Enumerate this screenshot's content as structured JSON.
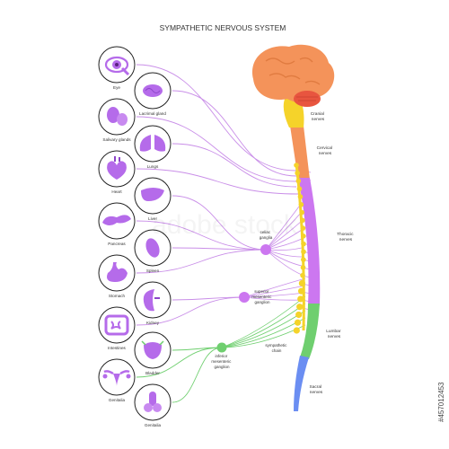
{
  "title": "SYMPATHETIC NERVOUS SYSTEM",
  "organs": [
    {
      "key": "eye",
      "label": "Eye"
    },
    {
      "key": "lacrimal",
      "label": "Lacrimal gland"
    },
    {
      "key": "salivary",
      "label": "Salivary glands"
    },
    {
      "key": "lungs",
      "label": "Lungs"
    },
    {
      "key": "heart",
      "label": "Heart"
    },
    {
      "key": "liver",
      "label": "Liver"
    },
    {
      "key": "pancreas",
      "label": "Pancreas"
    },
    {
      "key": "spleen",
      "label": "Spleen"
    },
    {
      "key": "stomach",
      "label": "Stomach"
    },
    {
      "key": "kidney",
      "label": "Kidney"
    },
    {
      "key": "intestines",
      "label": "Intestines"
    },
    {
      "key": "bladder",
      "label": "Bladder"
    },
    {
      "key": "genitalia_f",
      "label": "Genitalia"
    },
    {
      "key": "genitalia_m",
      "label": "Genitalia"
    }
  ],
  "ganglia": {
    "celiac": [
      "celiac",
      "ganglia"
    ],
    "superior": [
      "superior",
      "mesenteric",
      "ganglion"
    ],
    "inferior": [
      "inferior",
      "mesenteric",
      "ganglion"
    ],
    "chain": [
      "sympathetic",
      "chain"
    ]
  },
  "nerves": {
    "cranial": [
      "Cranial",
      "nerves"
    ],
    "cervical": [
      "Cervical",
      "nerves"
    ],
    "thoracic": [
      "Thoracic",
      "nerves"
    ],
    "lumbar": [
      "Lumbar",
      "nerves"
    ],
    "sacral": [
      "Sacral",
      "nerves"
    ]
  },
  "watermark": "adobe stock",
  "stock_id": "#457012453",
  "colors": {
    "purple": "#cc77f0",
    "purple_line": "#c98ee8",
    "green": "#6fcf6f",
    "yellow": "#f5d32a",
    "orange": "#f4935a",
    "blue": "#6b8ef2",
    "brain": "#f4935a",
    "cerebellum": "#e8553f",
    "organ_fill": "#b56bea"
  }
}
